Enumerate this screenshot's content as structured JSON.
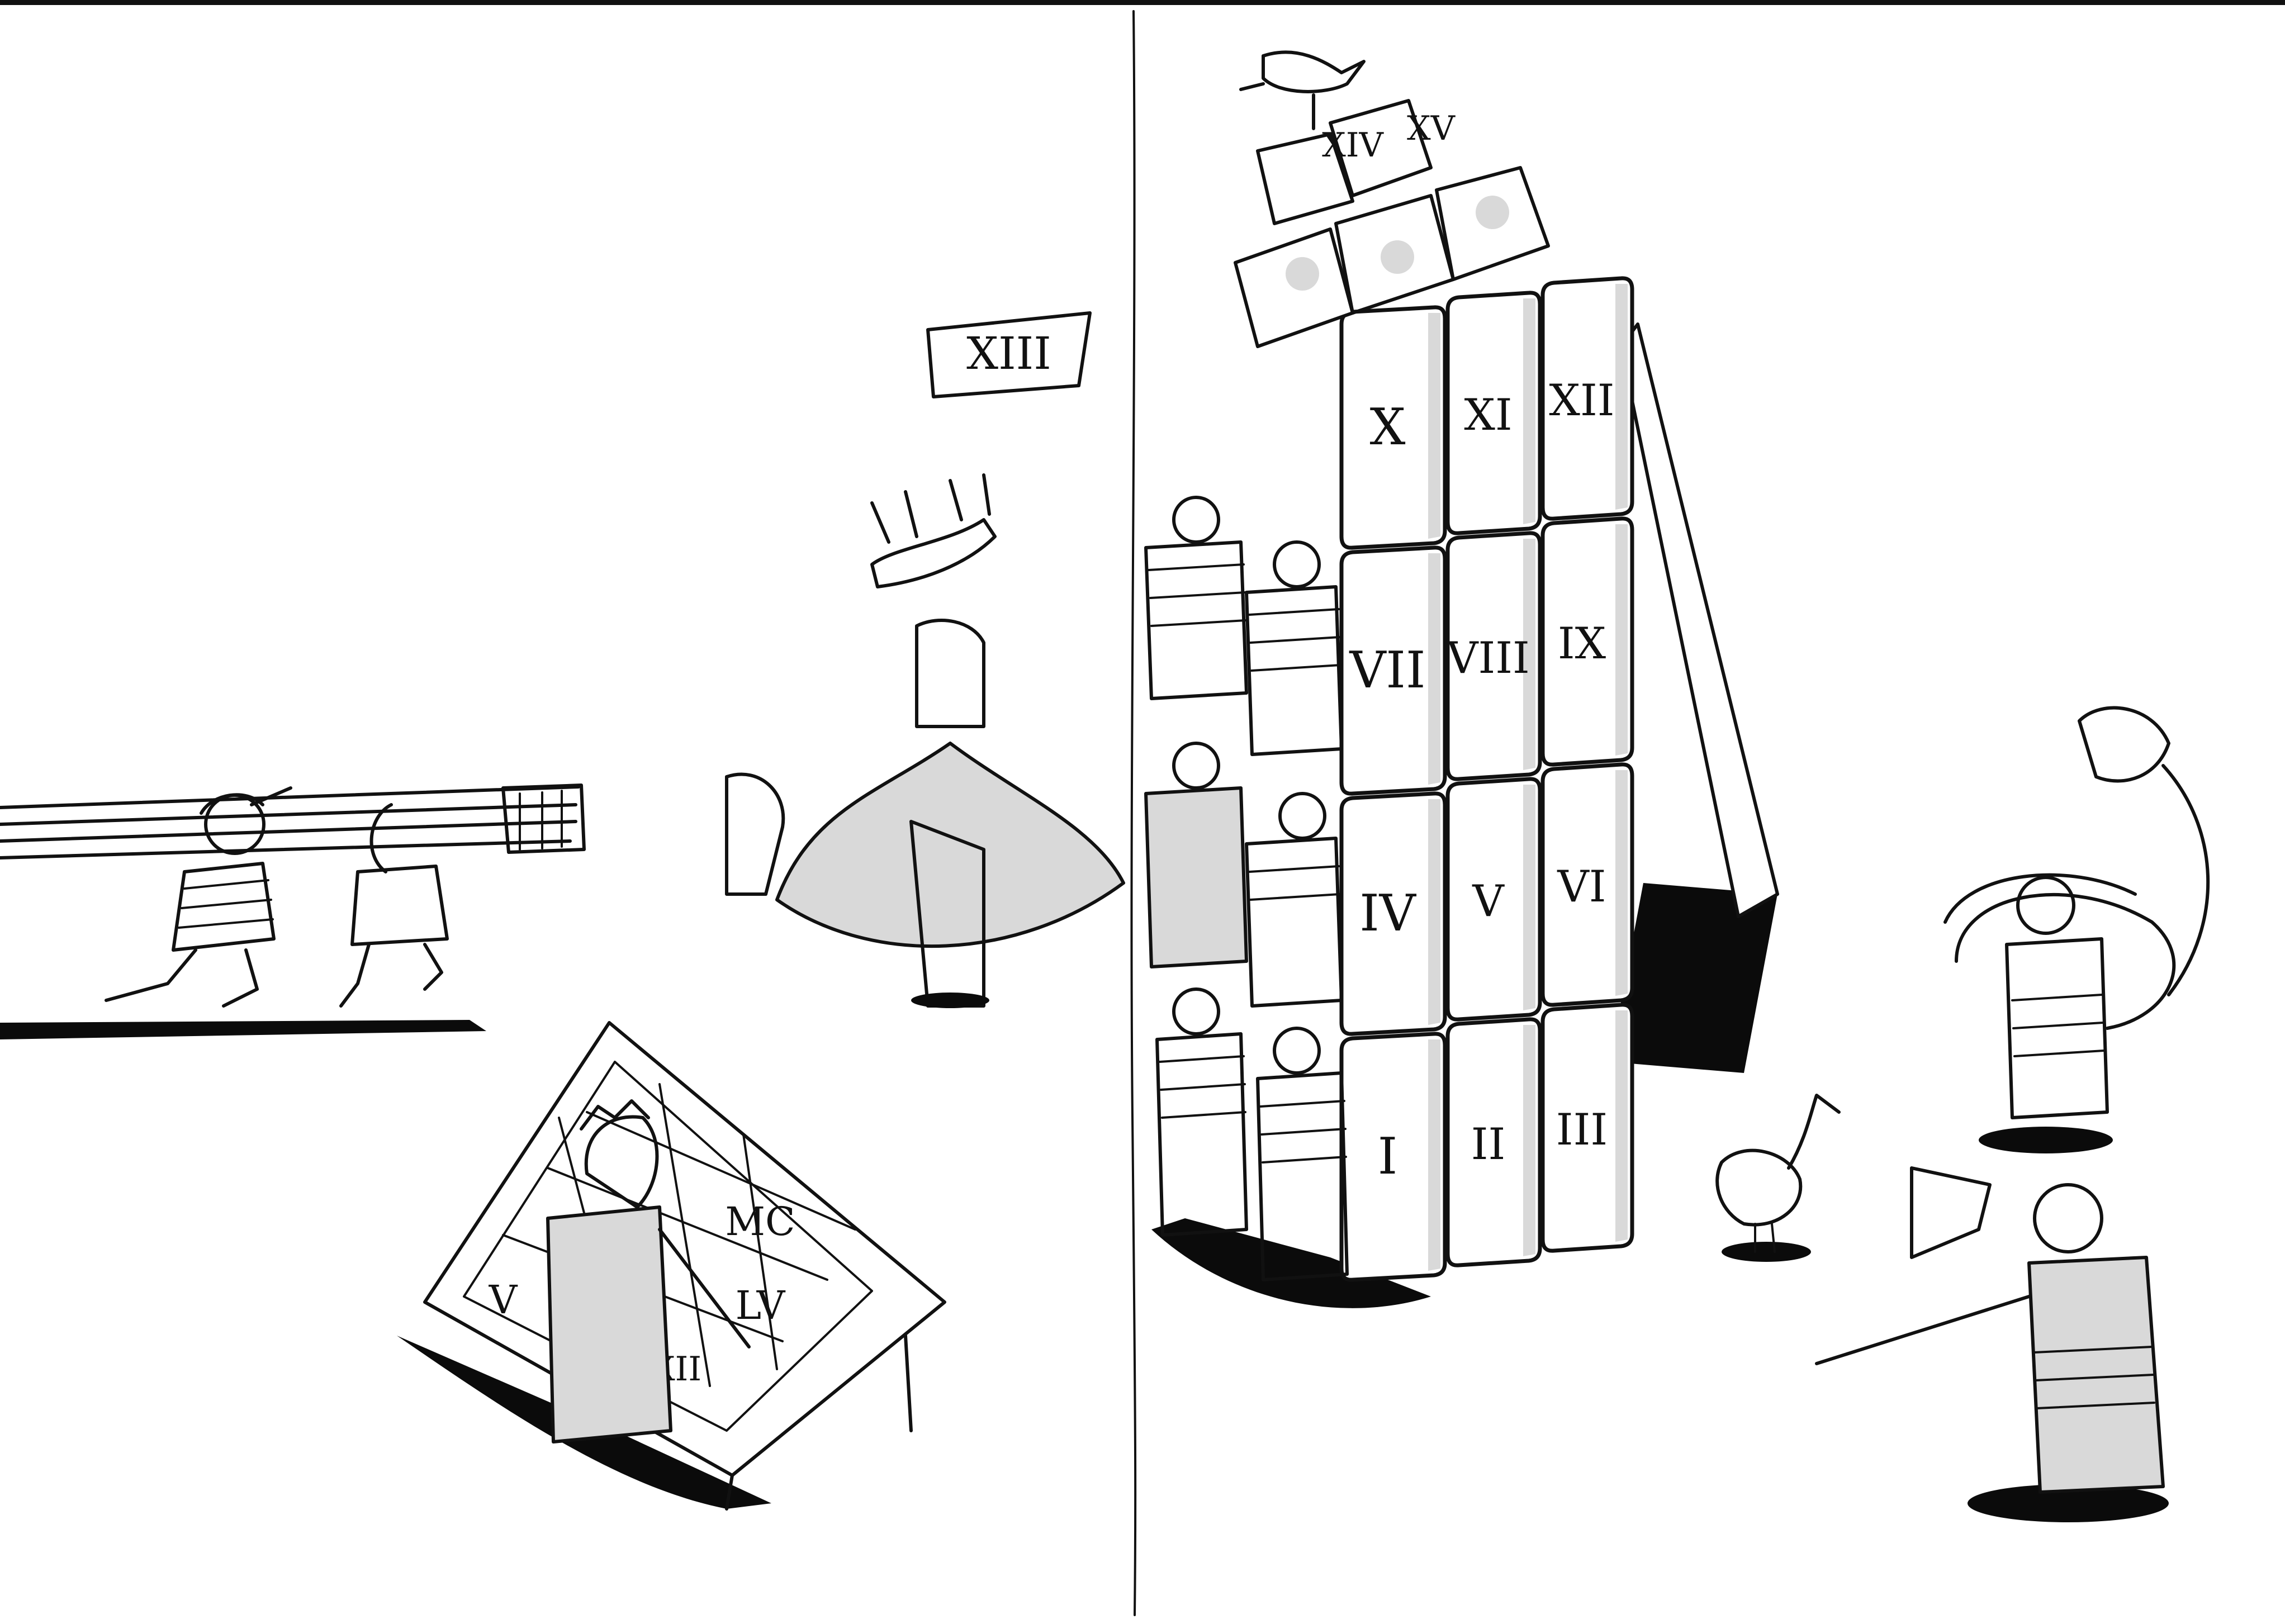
{
  "palette": {
    "paper": "#ffffff",
    "ink": "#111111",
    "wash": "#d9d9d9",
    "shadow": "#0b0b0b"
  },
  "tower_blocks": [
    {
      "label": "X"
    },
    {
      "label": "XI"
    },
    {
      "label": "XII"
    },
    {
      "label": "VII"
    },
    {
      "label": "VIII"
    },
    {
      "label": "IX"
    },
    {
      "label": "IV"
    },
    {
      "label": "V"
    },
    {
      "label": "VI"
    },
    {
      "label": "I"
    },
    {
      "label": "II"
    },
    {
      "label": "III"
    }
  ],
  "roof_tiles": [
    "XIV",
    "XV",
    "",
    "",
    ""
  ],
  "flying_card": "XIII",
  "drafting_grid": [
    "MC",
    "V",
    "LV",
    "XII"
  ]
}
